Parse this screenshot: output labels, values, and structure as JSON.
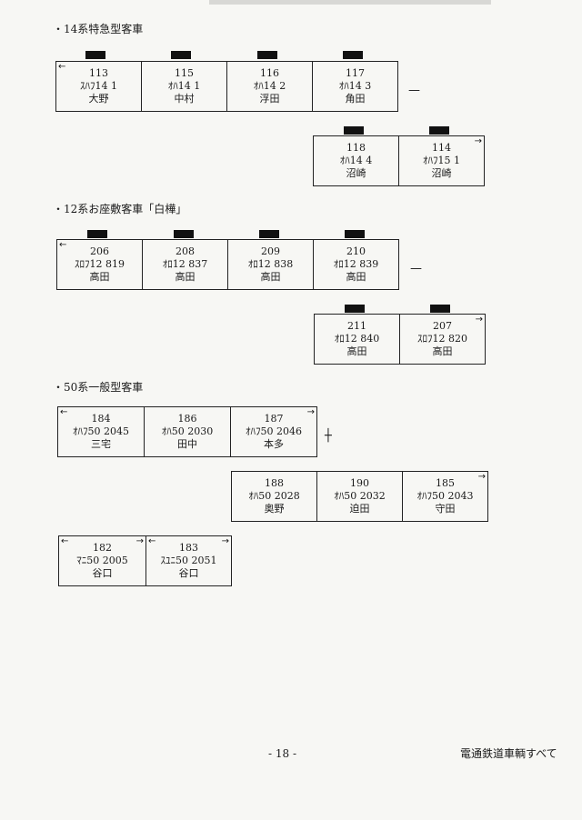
{
  "sections": [
    {
      "title": "・14系特急型客車"
    },
    {
      "title": "・12系お座敷客車「白樺」"
    },
    {
      "title": "・50系一般型客車"
    }
  ],
  "rows": [
    {
      "cars": [
        {
          "num": "113",
          "model": "ｽﾊﾌ14 1",
          "owner": "大野",
          "arrow": "←"
        },
        {
          "num": "115",
          "model": "ｵﾊ14 1",
          "owner": "中村"
        },
        {
          "num": "116",
          "model": "ｵﾊ14 2",
          "owner": "浮田"
        },
        {
          "num": "117",
          "model": "ｵﾊ14 3",
          "owner": "角田"
        }
      ],
      "connector": "—"
    },
    {
      "cars": [
        {
          "num": "118",
          "model": "ｵﾊ14 4",
          "owner": "沼崎"
        },
        {
          "num": "114",
          "model": "ｵﾊﾌ15 1",
          "owner": "沼崎",
          "arrow": "→"
        }
      ]
    },
    {
      "cars": [
        {
          "num": "206",
          "model": "ｽﾛﾌ12 819",
          "owner": "高田",
          "arrow": "←"
        },
        {
          "num": "208",
          "model": "ｵﾛ12 837",
          "owner": "高田"
        },
        {
          "num": "209",
          "model": "ｵﾛ12 838",
          "owner": "高田"
        },
        {
          "num": "210",
          "model": "ｵﾛ12 839",
          "owner": "高田"
        }
      ],
      "connector": "—"
    },
    {
      "cars": [
        {
          "num": "211",
          "model": "ｵﾛ12 840",
          "owner": "高田"
        },
        {
          "num": "207",
          "model": "ｽﾛﾌ12 820",
          "owner": "高田",
          "arrow": "→"
        }
      ]
    },
    {
      "cars": [
        {
          "num": "184",
          "model": "ｵﾊﾌ50 2045",
          "owner": "三宅",
          "arrow": "←"
        },
        {
          "num": "186",
          "model": "ｵﾊ50 2030",
          "owner": "田中"
        },
        {
          "num": "187",
          "model": "ｵﾊﾌ50 2046",
          "owner": "本多",
          "arrow": "→"
        }
      ],
      "connector": "┼"
    },
    {
      "cars": [
        {
          "num": "188",
          "model": "ｵﾊ50 2028",
          "owner": "奥野"
        },
        {
          "num": "190",
          "model": "ｵﾊ50 2032",
          "owner": "迫田"
        },
        {
          "num": "185",
          "model": "ｵﾊﾌ50 2043",
          "owner": "守田",
          "arrow": "→"
        }
      ]
    },
    {
      "cars": [
        {
          "num": "182",
          "model": "ﾏﾆ50 2005",
          "owner": "谷口",
          "arrow": "←",
          "arrow2": "→"
        },
        {
          "num": "183",
          "model": "ｽﾕﾆ50 2051",
          "owner": "谷口",
          "arrow": "←",
          "arrow2": "→"
        }
      ]
    }
  ],
  "footer": {
    "page": "- 18 -",
    "title": "電通鉄道車輌すべて"
  }
}
